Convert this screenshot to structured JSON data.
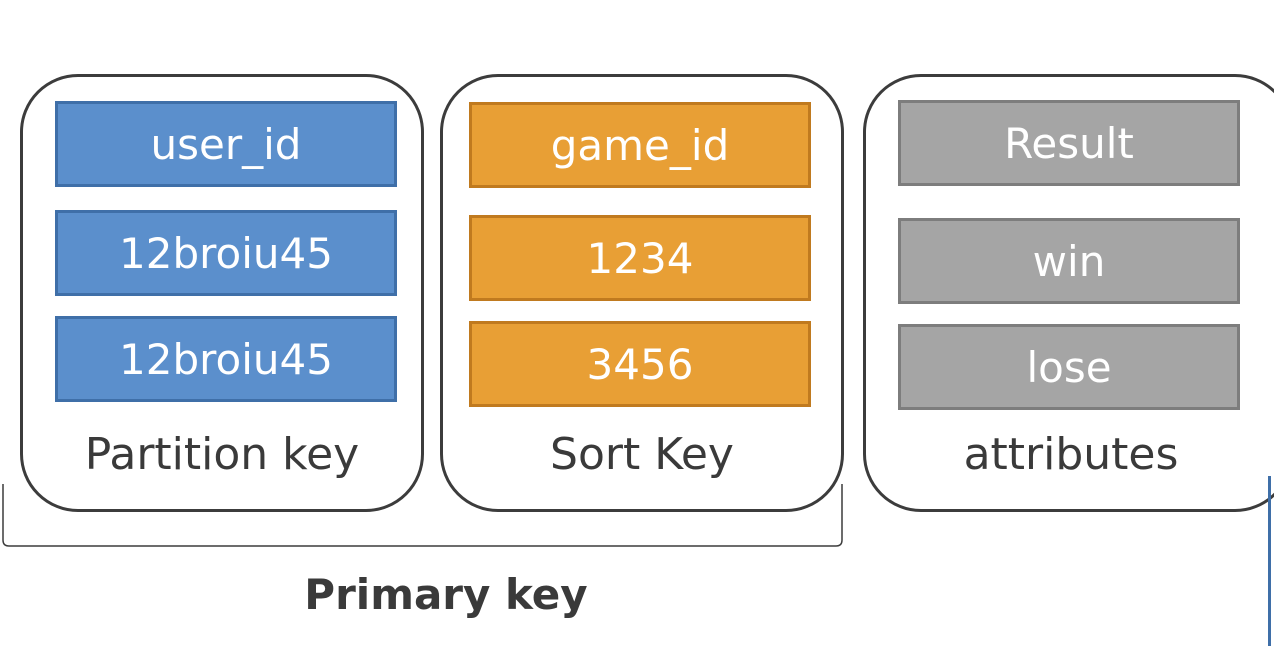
{
  "columns": [
    {
      "header": "user_id",
      "values": [
        "12broiu45",
        "12broiu45"
      ],
      "label": "Partition key",
      "color": "#5b8fcc"
    },
    {
      "header": "game_id",
      "values": [
        "1234",
        "3456"
      ],
      "label": "Sort Key",
      "color": "#e89f35"
    },
    {
      "header": "Result",
      "values": [
        "win",
        "lose"
      ],
      "label": "attributes",
      "color": "#a5a5a5"
    }
  ],
  "primary_key_label": "Primary key"
}
